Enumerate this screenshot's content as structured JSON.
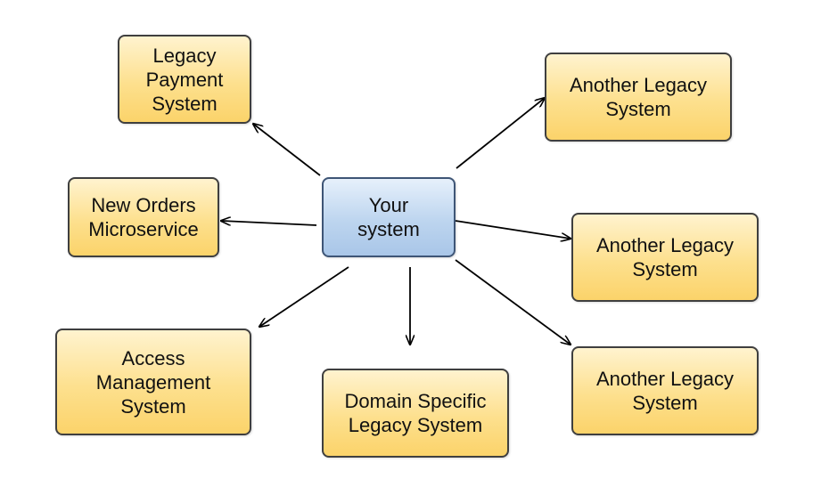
{
  "diagram": {
    "center": {
      "label": "Your\nsystem",
      "fill_color": "#bdd5ef"
    },
    "legacy_fill_color": "#fde08e",
    "nodes": {
      "legacy_payment": "Legacy\nPayment\nSystem",
      "new_orders": "New Orders\nMicroservice",
      "access_management": "Access\nManagement\nSystem",
      "domain_specific": "Domain Specific\nLegacy System",
      "another_legacy_1": "Another Legacy\nSystem",
      "another_legacy_2": "Another Legacy\nSystem",
      "another_legacy_3": "Another Legacy\nSystem"
    },
    "connections": [
      {
        "from": "Your system",
        "to": "Legacy Payment System"
      },
      {
        "from": "Your system",
        "to": "New Orders Microservice"
      },
      {
        "from": "Your system",
        "to": "Access Management System"
      },
      {
        "from": "Your system",
        "to": "Domain Specific Legacy System"
      },
      {
        "from": "Your system",
        "to": "Another Legacy System (top)"
      },
      {
        "from": "Your system",
        "to": "Another Legacy System (middle)"
      },
      {
        "from": "Your system",
        "to": "Another Legacy System (bottom)"
      }
    ]
  }
}
